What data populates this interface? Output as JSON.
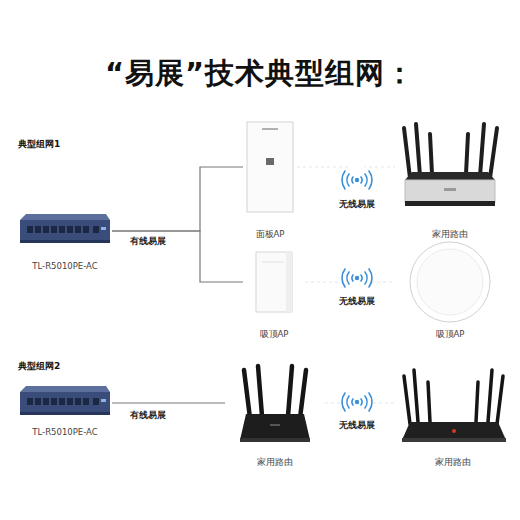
{
  "diagram": {
    "title": "“易展”技术典型组网：",
    "nodes": [
      {
        "text": [
          "TL-R5010PE-AC"
        ]
      },
      {
        "text": [
          "面板AP"
        ]
      },
      {
        "text": [
          "吸顶AP"
        ]
      },
      {
        "text": [
          "家用路由"
        ]
      },
      {
        "text": [
          "吸顶AP"
        ]
      },
      {
        "text": [
          "TL-R5010PE-AC"
        ]
      },
      {
        "text": [
          "家用路由"
        ]
      },
      {
        "text": [
          "家用路由"
        ]
      }
    ],
    "edges": [
      {
        "from": 0,
        "to": 1,
        "arrow": "none",
        "label": "有线易展"
      },
      {
        "from": 0,
        "to": 2,
        "arrow": "none"
      },
      {
        "from": 1,
        "to": 3,
        "arrow": "none",
        "label": "无线易展"
      },
      {
        "from": 2,
        "to": 4,
        "arrow": "none",
        "label": "无线易展"
      },
      {
        "from": 5,
        "to": 6,
        "arrow": "none",
        "label": "有线易展"
      },
      {
        "from": 6,
        "to": 7,
        "arrow": "none",
        "label": "无线易展"
      }
    ],
    "labels": [
      "典型组网1",
      "典型组网2"
    ]
  }
}
